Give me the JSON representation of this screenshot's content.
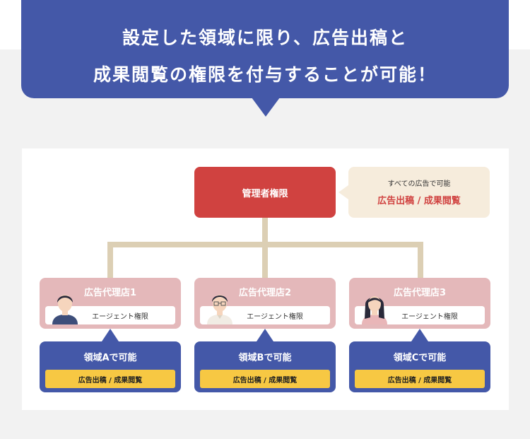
{
  "banner": {
    "line1": "設定した領域に限り、広告出稿と",
    "line2": "成果閲覧の権限を付与することが可能！"
  },
  "admin": {
    "label": "管理者権限",
    "callout_sub": "すべての広告で可能",
    "callout_main": "広告出稿 / 成果閲覧"
  },
  "agencies": [
    {
      "title": "広告代理店1",
      "role": "エージェント権限"
    },
    {
      "title": "広告代理店2",
      "role": "エージェント権限"
    },
    {
      "title": "広告代理店3",
      "role": "エージェント権限"
    }
  ],
  "scopes": [
    {
      "title": "領域Aで可能",
      "permission": "広告出稿 / 成果閲覧"
    },
    {
      "title": "領域Bで可能",
      "permission": "広告出稿 / 成果閲覧"
    },
    {
      "title": "領域Cで可能",
      "permission": "広告出稿 / 成果閲覧"
    }
  ],
  "colors": {
    "banner": "#4458a8",
    "admin": "#d04240",
    "agency": "#e4b8ba",
    "scope_highlight": "#f7c843",
    "connector": "#dccfb4",
    "callout": "#f6ecdc"
  }
}
